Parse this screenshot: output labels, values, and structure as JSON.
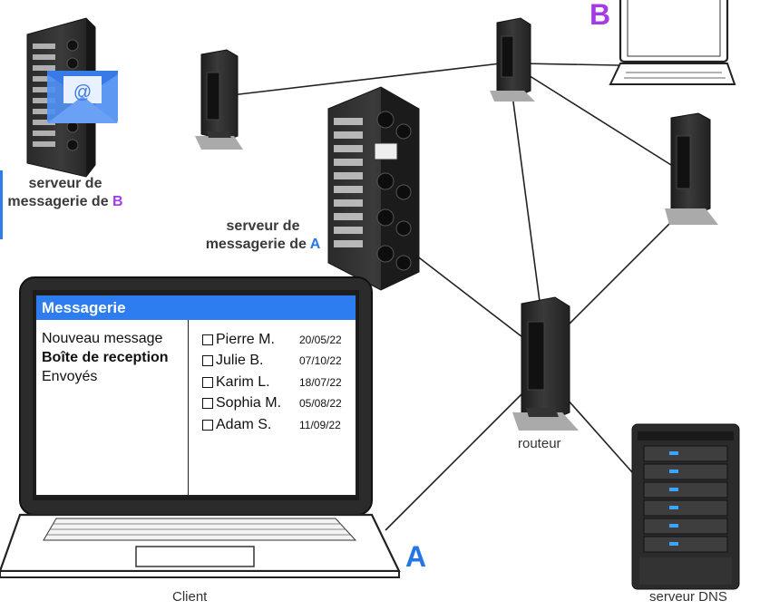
{
  "labels": {
    "server_b": {
      "line1": "serveur de",
      "line2_prefix": "messagerie de ",
      "line2_letter": "B"
    },
    "server_a": {
      "line1": "serveur de",
      "line2_prefix": "messagerie de ",
      "line2_letter": "A"
    },
    "router": "routeur",
    "client": "Client",
    "dns": "serveur DNS",
    "letter_a": "A",
    "letter_b": "B"
  },
  "mail_app": {
    "title": "Messagerie",
    "menu": [
      {
        "label": "Nouveau message",
        "bold": false
      },
      {
        "label": "Boîte de reception",
        "bold": true
      },
      {
        "label": "Envoyés",
        "bold": false
      }
    ],
    "messages": [
      {
        "sender": "Pierre M.",
        "date": "20/05/22"
      },
      {
        "sender": "Julie B.",
        "date": "07/10/22"
      },
      {
        "sender": "Karim L.",
        "date": "18/07/22"
      },
      {
        "sender": "Sophia M.",
        "date": "05/08/22"
      },
      {
        "sender": "Adam S.",
        "date": "11/09/22"
      }
    ]
  },
  "mail_icon_symbol": "@",
  "colors": {
    "accent_a": "#2577e6",
    "accent_b": "#a33be6",
    "header_blue": "#2d7cf0",
    "device_dark": "#2b2b2b"
  }
}
